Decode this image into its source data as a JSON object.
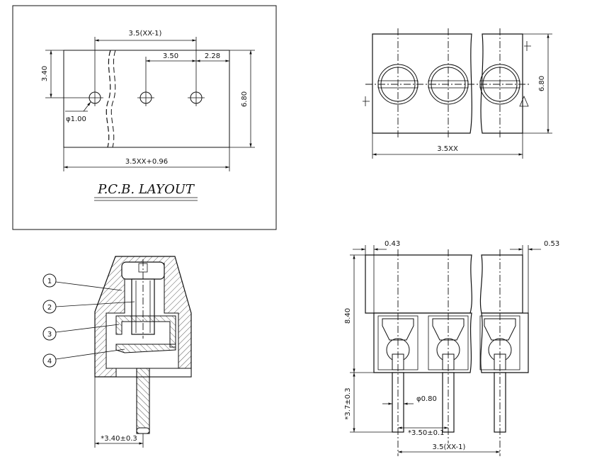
{
  "pcb_layout": {
    "title": "P.C.B. LAYOUT",
    "pitch_total": "3.5(XX-1)",
    "pitch": "3.50",
    "edge_offset": "2.28",
    "hole_offset_y": "3.40",
    "hole_diameter": "φ1.00",
    "height": "6.80",
    "total_width": "3.5XX+0.96"
  },
  "top_view": {
    "height": "6.80",
    "total_width": "3.5XX"
  },
  "side_section": {
    "callouts": [
      "1",
      "2",
      "3",
      "4"
    ],
    "pin_offset": "*3.40±0.3"
  },
  "front_view": {
    "left_overhang": "0.43",
    "right_overhang": "0.53",
    "body_height": "8.40",
    "pin_length": "*3.7±0.3",
    "pin_diameter": "φ0.80",
    "pitch": "*3.50±0.1",
    "pitch_total": "3.5(XX-1)"
  }
}
